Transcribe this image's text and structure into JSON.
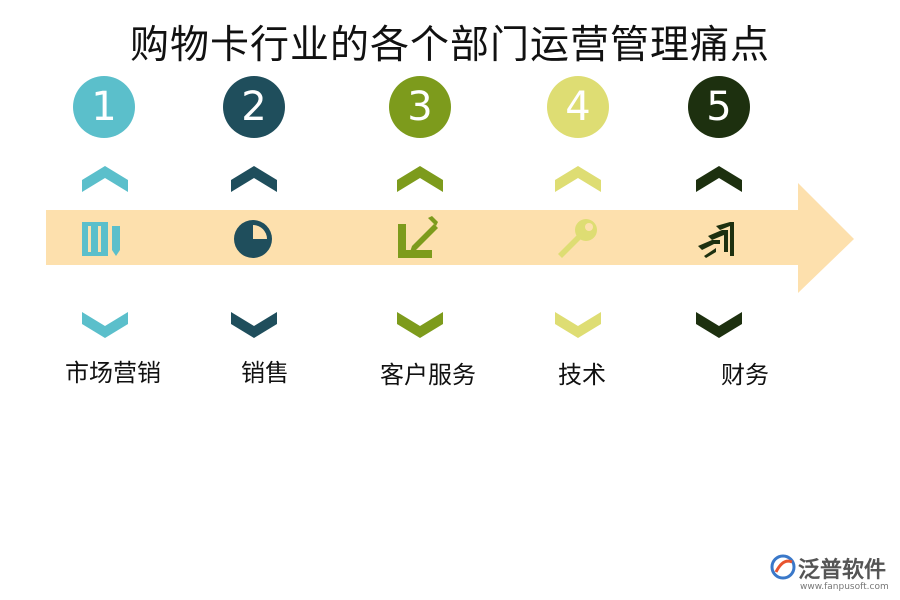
{
  "title": "购物卡行业的各个部门运营管理痛点",
  "steps": [
    {
      "number": "1",
      "label": "市场营销",
      "color": "#5bbfcb",
      "icon": "notebook-icon"
    },
    {
      "number": "2",
      "label": "销售",
      "color": "#1f4e5c",
      "icon": "pie-chart-icon"
    },
    {
      "number": "3",
      "label": "客户服务",
      "color": "#7d9b1c",
      "icon": "pencil-icon"
    },
    {
      "number": "4",
      "label": "技术",
      "color": "#dedd73",
      "icon": "wrench-icon"
    },
    {
      "number": "5",
      "label": "财务",
      "color": "#1d300f",
      "icon": "growth-arrows-icon"
    }
  ],
  "arrow_color": "#fde0ad",
  "logo": {
    "name": "泛普软件",
    "url": "www.fanpusoft.com"
  }
}
